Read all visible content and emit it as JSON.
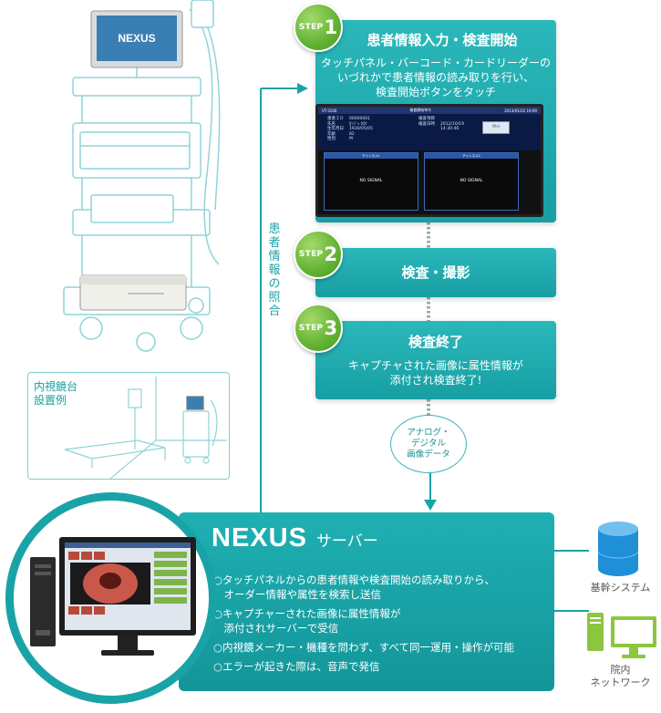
{
  "steps": [
    {
      "word": "STEP",
      "number": "1",
      "title": "患者情報入力・検査開始",
      "desc_lines": [
        "タッチパネル・バーコード・カードリーダーの",
        "いづれかで患者情報の読み取りを行い、",
        "検査開始ボタンをタッチ"
      ]
    },
    {
      "word": "STEP",
      "number": "2",
      "title": "検査・撮影"
    },
    {
      "word": "STEP",
      "number": "3",
      "title": "検査終了",
      "desc_lines": [
        "キャプチャされた画像に属性情報が",
        "添付され検査終了!"
      ]
    }
  ],
  "screen": {
    "header_left": "VT-3100",
    "header_center": "検査開始待ち",
    "header_right": "2013/01/22 19:09",
    "fields": [
      [
        "患者ＩＤ",
        "00000001"
      ],
      [
        "氏名",
        "ｶﾝｼﾞｬ ﾀﾛｳ"
      ],
      [
        "生年月日",
        "1930/05/05"
      ],
      [
        "年齢",
        "82"
      ],
      [
        "性別",
        "M"
      ]
    ],
    "fields_right": [
      [
        "検査項目",
        ""
      ],
      [
        "検査日時",
        "2012/10/19"
      ],
      [
        "",
        "14:30:46"
      ]
    ],
    "button": "ﾘｾｯﾄ",
    "panel_left_title": "チャンネル1",
    "panel_right_title": "チャンネル2",
    "no_signal": "NO SIGNAL"
  },
  "vertical_label": "患者情報の照合",
  "oval_lines": [
    "アナログ・",
    "デジタル",
    "画像データ"
  ],
  "example_label_lines": [
    "内視鏡台",
    "設置例"
  ],
  "nexus": {
    "logo": "NEXUS",
    "server_label": "サーバー",
    "bullets": [
      [
        "○タッチパネルからの患者情報や検査開始の読み取りから、",
        "　オーダー情報や属性を検索し送信"
      ],
      [
        "○キャプチャーされた画像に属性情報が",
        "　添付されサーバーで受信"
      ],
      [
        "○内視鏡メーカー・機種を問わず、すべて同一運用・操作が可能"
      ],
      [
        "○エラーが起きた際は、音声で発信"
      ]
    ]
  },
  "right_labels": {
    "system": "基幹システム",
    "network_lines": [
      "院内",
      "ネットワーク"
    ]
  },
  "monitor_logo": "NEXUS",
  "colors": {
    "teal": "#1aa3a7",
    "green_badge": "#62b233",
    "db_blue": "#1f8fd8"
  }
}
